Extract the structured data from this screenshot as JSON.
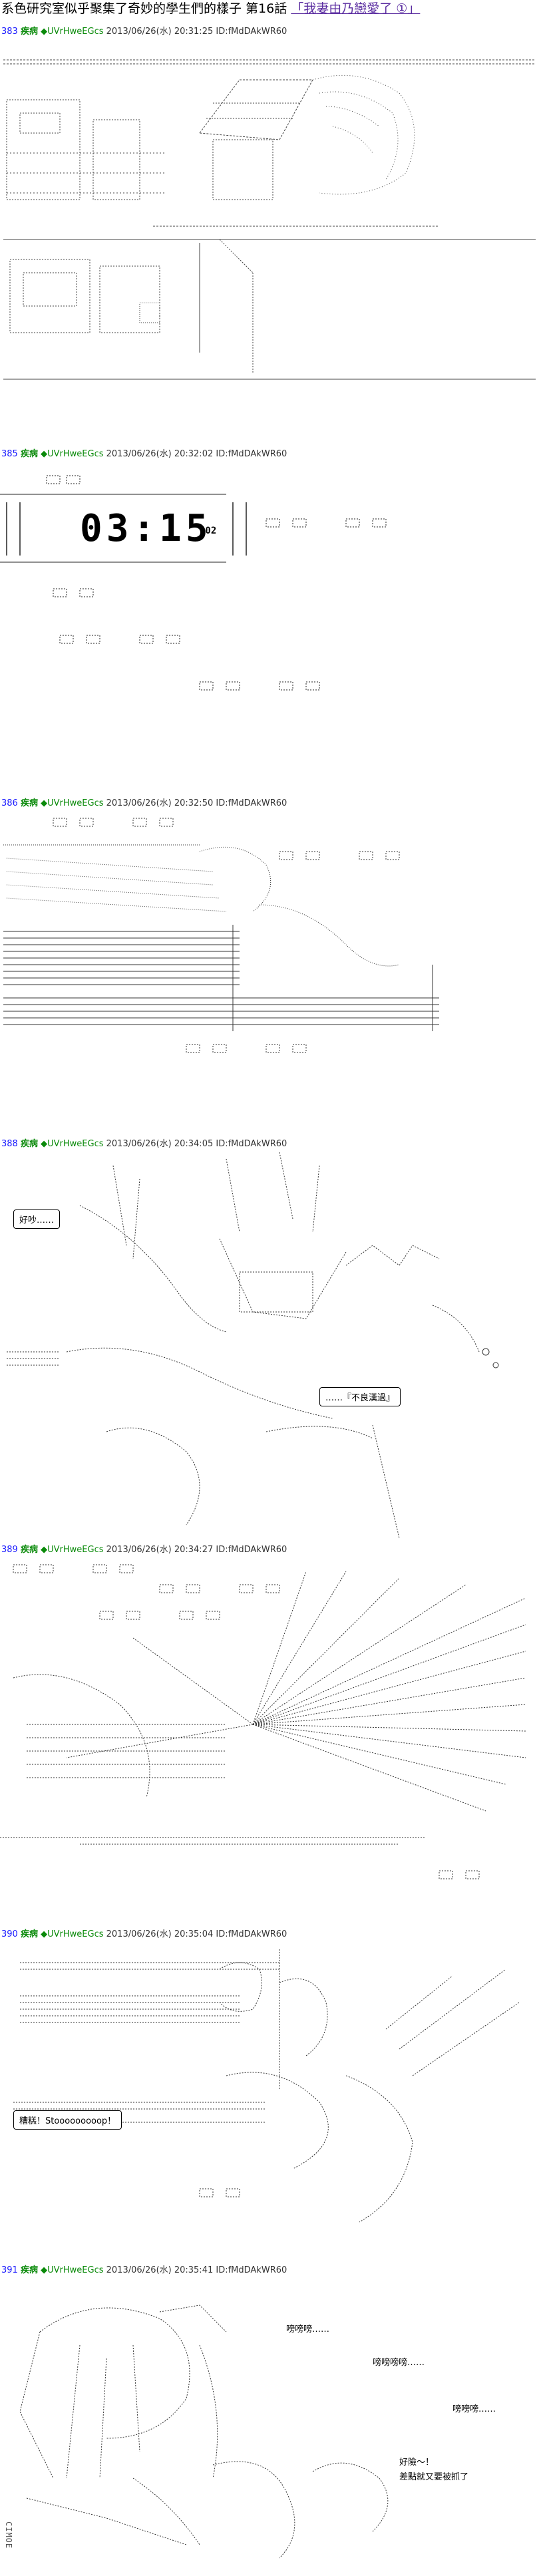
{
  "page_title": {
    "prefix": "系色研究室似乎聚集了奇妙的學生們的樣子 第16話",
    "highlight": "「我妻由乃戀愛了 ①」"
  },
  "posts": [
    {
      "num": "383",
      "name": "疾病",
      "trip": "◆UVrHweEGcs",
      "meta": "2013/06/26(水) 20:31:25 ID:fMdDAkWR60"
    },
    {
      "num": "385",
      "name": "疾病",
      "trip": "◆UVrHweEGcs",
      "meta": "2013/06/26(水) 20:32:02 ID:fMdDAkWR60"
    },
    {
      "num": "386",
      "name": "疾病",
      "trip": "◆UVrHweEGcs",
      "meta": "2013/06/26(水) 20:32:50 ID:fMdDAkWR60"
    },
    {
      "num": "388",
      "name": "疾病",
      "trip": "◆UVrHweEGcs",
      "meta": "2013/06/26(水) 20:34:05 ID:fMdDAkWR60"
    },
    {
      "num": "389",
      "name": "疾病",
      "trip": "◆UVrHweEGcs",
      "meta": "2013/06/26(水) 20:34:27 ID:fMdDAkWR60"
    },
    {
      "num": "390",
      "name": "疾病",
      "trip": "◆UVrHweEGcs",
      "meta": "2013/06/26(水) 20:35:04 ID:fMdDAkWR60"
    },
    {
      "num": "391",
      "name": "疾病",
      "trip": "◆UVrHweEGcs",
      "meta": "2013/06/26(水) 20:35:41 ID:fMdDAkWR60"
    }
  ],
  "dialogue": {
    "clock_time": "03:15",
    "clock_sec": ".02",
    "yawn_1": "好吵……",
    "grumble_1": "……『不良漢過』",
    "shout_1": "糟糕！Stooooooooop！",
    "sfx_1": "嗙嗙嗙……",
    "sfx_2": "嗙嗙嗙嗙……",
    "sfx_3": "嗙嗙嗙……",
    "line_1": "好險～！",
    "line_2": "差點就又要被抓了"
  },
  "watermark": "CIMOE"
}
